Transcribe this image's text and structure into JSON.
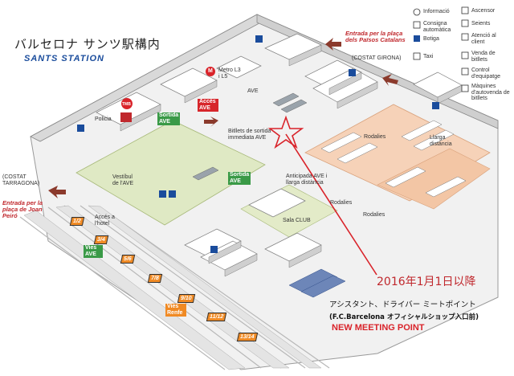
{
  "map": {
    "title_jp": "バルセロナ サンツ駅構内",
    "title_en": "SANTS STATION"
  },
  "legend": [
    {
      "icon": "info-icon",
      "label": "Informació"
    },
    {
      "icon": "lockers-icon",
      "label": "Consigna automàtica"
    },
    {
      "icon": "shop-icon",
      "label": "Botiga"
    },
    {
      "icon": "taxi-icon",
      "label": "Taxi"
    },
    {
      "icon": "elevator-icon",
      "label": "Ascensor"
    },
    {
      "icon": "seats-icon",
      "label": "Seients"
    },
    {
      "icon": "customer-service-icon",
      "label": "Atenció al client"
    },
    {
      "icon": "ticket-sales-icon",
      "label": "Venda de bitllets"
    },
    {
      "icon": "baggage-control-icon",
      "label": "Control d'equipatge"
    },
    {
      "icon": "ticket-machine-icon",
      "label": "Màquines d'autovenda de bitllets"
    }
  ],
  "labels": {
    "entrance_north": "Entrada per la plaça dels Països Catalans",
    "costat_girona": "(COSTAT GIRONA)",
    "costat_tarragona": "(COSTAT TARRAGONA)",
    "entrance_west": "Entrada per la plaça de Joan Peiró",
    "metro": "Metro L3 i L5",
    "metro_badge": "M",
    "tmb_badge": "TMB",
    "policia": "Policia",
    "acces_ave": "Accés AVE",
    "sortida_ave_1": "Sortida AVE",
    "sortida_ave_2": "Sortida AVE",
    "ave": "AVE",
    "billets_sortida": "Bitllets de sortida immediata AVE",
    "vestibul_ave": "Vestíbul de l'AVE",
    "acces_hotel": "Accés a l'hotel",
    "anticipada": "Anticipada AVE i llarga distància",
    "sala_club": "Sala CLUB",
    "rodalies_1": "Rodalies",
    "rodalies_2": "Rodalies",
    "rodalies_3": "Rodalies",
    "llarga_distancia": "Llarga distància",
    "vies_ave": "Vies AVE",
    "vies_renfe": "Vies Renfe"
  },
  "platforms": [
    "1/2",
    "3/4",
    "5/6",
    "7/8",
    "9/10",
    "11/12",
    "13/14"
  ],
  "annotation": {
    "date": "2016年1月1日以降",
    "line1": "アシスタント、ドライバー ミートポイント",
    "line2": "(F.C.Barcelona オフィシャルショップ入口前)",
    "heading": "NEW MEETING POINT"
  },
  "colors": {
    "marker_red": "#d9232a",
    "ave_zone": "#dfe9c4",
    "rodalies_zone": "#f6d2b8",
    "floor": "#f2f2f2",
    "green_sign": "#3a9a47",
    "orange_sign": "#f08a24"
  }
}
